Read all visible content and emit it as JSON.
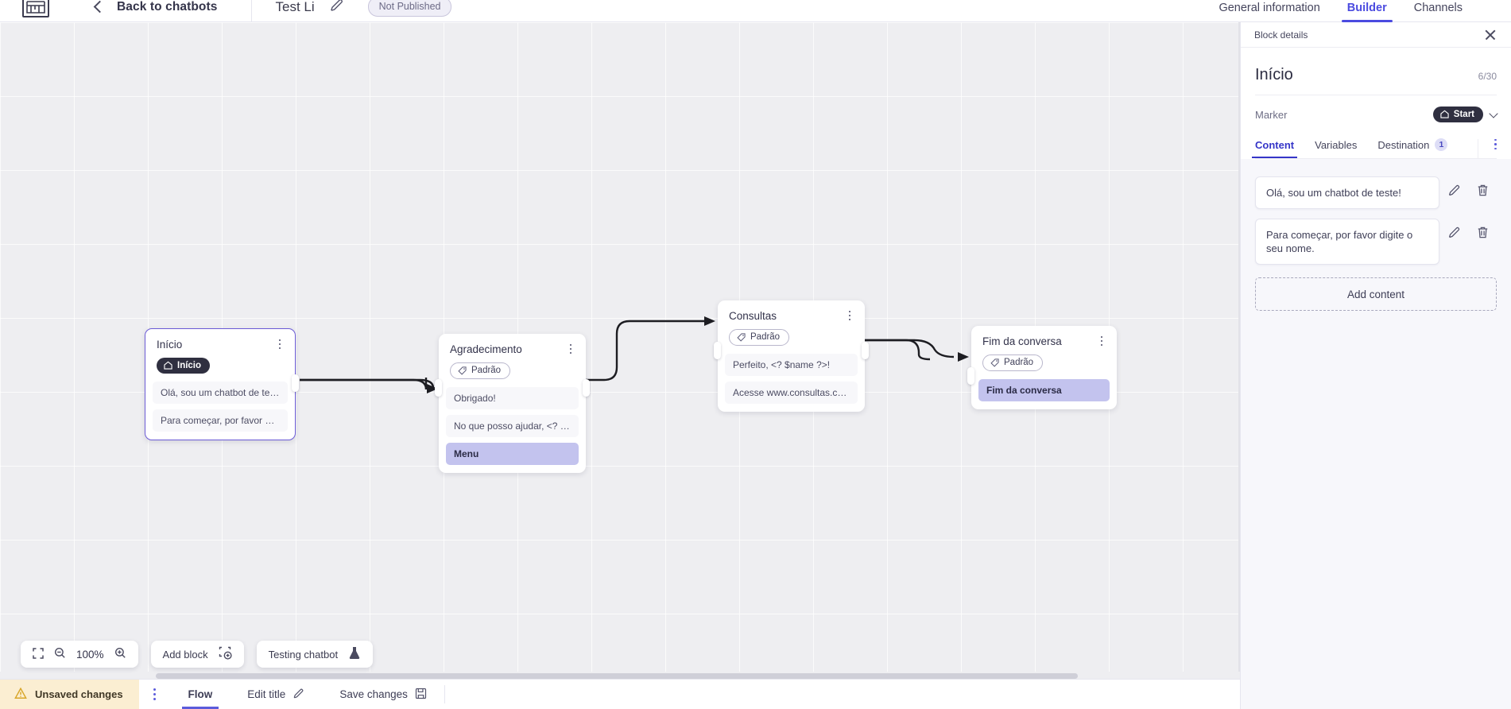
{
  "header": {
    "logo_name": "brand-logo",
    "back_label": "Back to chatbots",
    "bot_title": "Test Li",
    "publish_badge": "Not Published",
    "tabs": [
      {
        "label": "General information",
        "active": false
      },
      {
        "label": "Builder",
        "active": true
      },
      {
        "label": "Channels",
        "active": false
      }
    ]
  },
  "canvas": {
    "blocks": [
      {
        "title": "Início",
        "marker": {
          "label": "Início",
          "type": "start"
        },
        "messages": [
          {
            "text": "Olá, sou um chatbot de teste!",
            "accent": false
          },
          {
            "text": "Para começar, por favor digite o ...",
            "accent": false
          }
        ],
        "selected": true
      },
      {
        "title": "Agradecimento",
        "marker": {
          "label": "Padrão",
          "type": "default"
        },
        "messages": [
          {
            "text": "Obrigado!",
            "accent": false
          },
          {
            "text": "No que posso ajudar, <? $name ...",
            "accent": false
          },
          {
            "text": "Menu",
            "accent": true
          }
        ],
        "selected": false
      },
      {
        "title": "Consultas",
        "marker": {
          "label": "Padrão",
          "type": "default"
        },
        "messages": [
          {
            "text": "Perfeito, <? $name ?>!",
            "accent": false
          },
          {
            "text": "Acesse www.consultas.com par...",
            "accent": false
          }
        ],
        "selected": false
      },
      {
        "title": "Fim da conversa",
        "marker": {
          "label": "Padrão",
          "type": "default"
        },
        "messages": [
          {
            "text": "Fim da conversa",
            "accent": true
          }
        ],
        "selected": false
      }
    ]
  },
  "toolbar": {
    "fit_icon": "fit-screen-icon",
    "zoom_out_icon": "zoom-out-icon",
    "zoom_level": "100%",
    "zoom_in_icon": "zoom-in-icon",
    "add_block_label": "Add block",
    "testing_label": "Testing chatbot"
  },
  "statusbar": {
    "unsaved_label": "Unsaved changes",
    "flow_label": "Flow",
    "edit_title_label": "Edit title",
    "save_label": "Save changes"
  },
  "panel": {
    "head_title": "Block details",
    "block_name": "Início",
    "counter": "6/30",
    "marker_label": "Marker",
    "marker_value": "Start",
    "tabs": [
      {
        "label": "Content",
        "active": true,
        "count": ""
      },
      {
        "label": "Variables",
        "active": false,
        "count": ""
      },
      {
        "label": "Destination",
        "active": false,
        "count": "1"
      }
    ],
    "contents": [
      {
        "text": "Olá, sou um chatbot de teste!"
      },
      {
        "text": "Para começar, por favor digite o seu nome."
      }
    ],
    "add_content_label": "Add content"
  },
  "colors": {
    "accent": "#4b4be0",
    "panel_bg": "#f7f7fb",
    "canvas_bg": "#eeeef1",
    "warning_bg": "#fbeed2",
    "msg_accent": "#c3c3ee"
  }
}
